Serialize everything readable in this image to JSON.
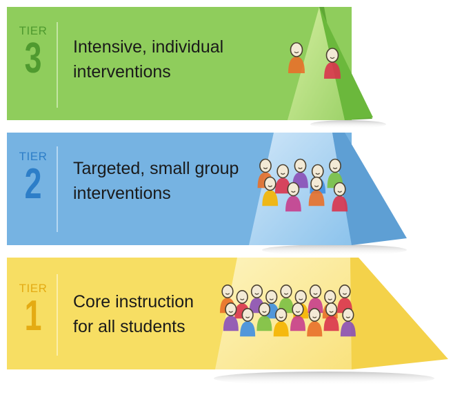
{
  "tiers": [
    {
      "label": "TIER",
      "number": "3",
      "description": "Intensive, individual\ninterventions",
      "color": "#8fcd5c",
      "accent": "#4f9a2f",
      "people_count": 2
    },
    {
      "label": "TIER",
      "number": "2",
      "description": "Targeted, small group\ninterventions",
      "color": "#76b3e2",
      "accent": "#2d7ec8",
      "people_count": 9
    },
    {
      "label": "TIER",
      "number": "1",
      "description": "Core instruction\nfor all students",
      "color": "#f7de63",
      "accent": "#e4ab13",
      "people_count": 17
    }
  ],
  "icons": [
    "student-group-icon"
  ],
  "person_colors": [
    "#e8702a",
    "#d9344c",
    "#8a4fb6",
    "#3f8ee0",
    "#7bc043",
    "#f4b400",
    "#c73e8c"
  ]
}
